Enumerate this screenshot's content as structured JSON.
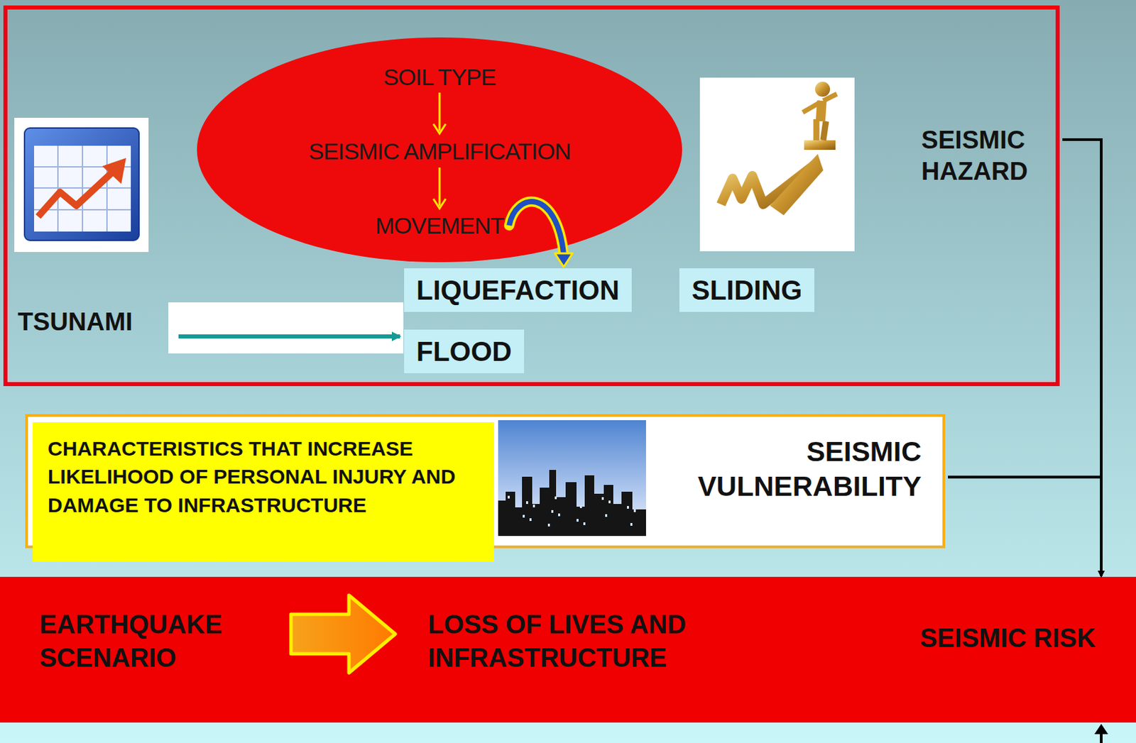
{
  "diagram": {
    "nodes": [
      {
        "text": [
          "SEISMIC HAZARD"
        ]
      },
      {
        "text": [
          "SOIL TYPE",
          "SEISMIC AMPLIFICATION",
          "MOVEMENT"
        ],
        "in": 0
      },
      {
        "text": [
          "TSUNAMI"
        ],
        "in": 0
      },
      {
        "text": [
          "LIQUEFACTION"
        ],
        "in": 0
      },
      {
        "text": [
          "SLIDING"
        ],
        "in": 0
      },
      {
        "text": [
          "FLOOD"
        ],
        "in": 0
      },
      {
        "text": [
          "SEISMIC VULNERABILITY"
        ]
      },
      {
        "text": [
          "CHARACTERISTICS THAT INCREASE LIKELIHOOD OF PERSONAL INJURY AND DAMAGE TO INFRASTRUCTURE"
        ],
        "in": 6
      },
      {
        "text": [
          "EARTHQUAKE SCENARIO",
          "LOSS OF LIVES AND INFRASTRUCTURE",
          "SEISMIC RISK"
        ]
      }
    ],
    "edges": [
      {
        "from": 1,
        "to": 3,
        "arrow": "to"
      },
      {
        "from": 2,
        "to": 5,
        "arrow": "to"
      },
      {
        "from": 0,
        "to": 8,
        "arrow": "to"
      },
      {
        "from": 6,
        "to": 8,
        "arrow": "to"
      }
    ]
  }
}
